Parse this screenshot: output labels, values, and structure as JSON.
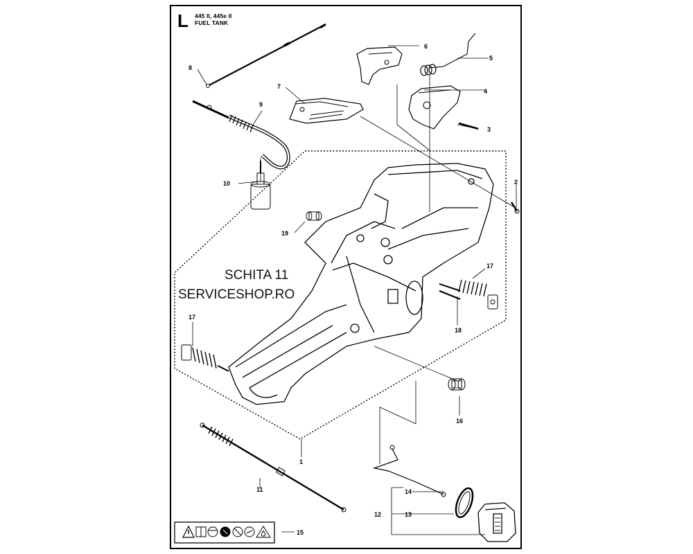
{
  "header": {
    "section_letter": "L",
    "model_line": "445 II, 445e II",
    "title_line": "FUEL TANK"
  },
  "watermark": {
    "line1": "SCHITA 11",
    "line2": "SERVICESHOP.RO"
  },
  "callouts": [
    "1",
    "2",
    "3",
    "4",
    "5",
    "6",
    "7",
    "8",
    "9",
    "10",
    "11",
    "12",
    "13",
    "14",
    "15",
    "16",
    "17",
    "17",
    "18",
    "19"
  ],
  "warning_icons": [
    "warning-triangle-icon",
    "manual-book-icon",
    "ear-eye-protection-icon",
    "gloves-icon",
    "no-smoking-icon",
    "fire-hazard-icon"
  ]
}
